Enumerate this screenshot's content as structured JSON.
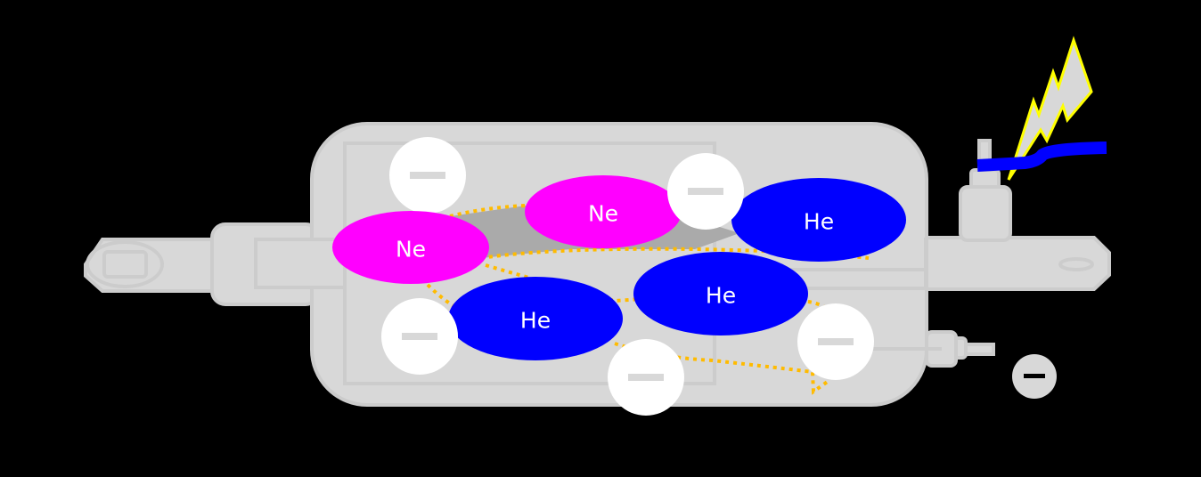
{
  "diagram": {
    "particles": [
      {
        "label": "Ne",
        "element": "neon",
        "color": "#ff00ff"
      },
      {
        "label": "Ne",
        "element": "neon",
        "color": "#ff00ff"
      },
      {
        "label": "He",
        "element": "helium",
        "color": "#0000ff"
      },
      {
        "label": "He",
        "element": "helium",
        "color": "#0000ff"
      },
      {
        "label": "He",
        "element": "helium",
        "color": "#0000ff"
      }
    ],
    "electron_count": 5,
    "icons": [
      "electron-minus-icon",
      "lightning-bolt-icon",
      "power-wire",
      "negative-terminal-icon"
    ],
    "colors": {
      "background": "#000000",
      "device": "#d8d8d8",
      "path": "#ffbb00",
      "bolt": "#ffff00",
      "wire": "#0000ff"
    }
  }
}
